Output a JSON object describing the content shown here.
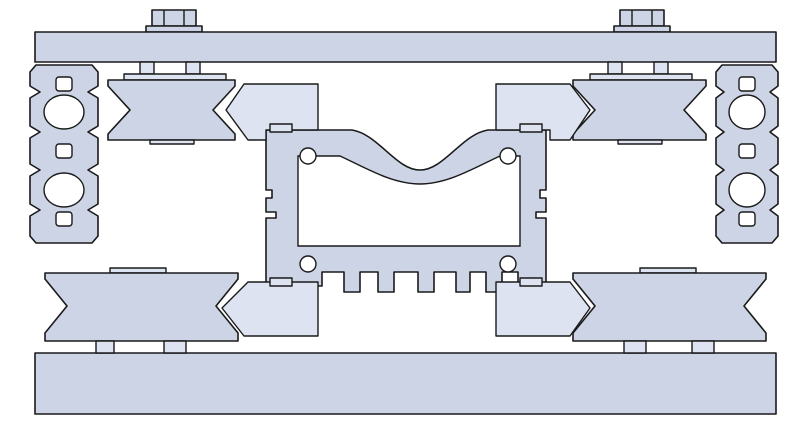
{
  "diagram": {
    "colors": {
      "part_fill": "#ccd4e6",
      "part_fill_light": "#dde3f0",
      "outline": "#1a1a1a",
      "background": "#ffffff"
    },
    "components": [
      "top-rail",
      "bottom-rail",
      "mounting-bolt",
      "v-groove-wheel",
      "wheel-bracket",
      "extrusion-profile",
      "center-carriage-plate"
    ]
  }
}
